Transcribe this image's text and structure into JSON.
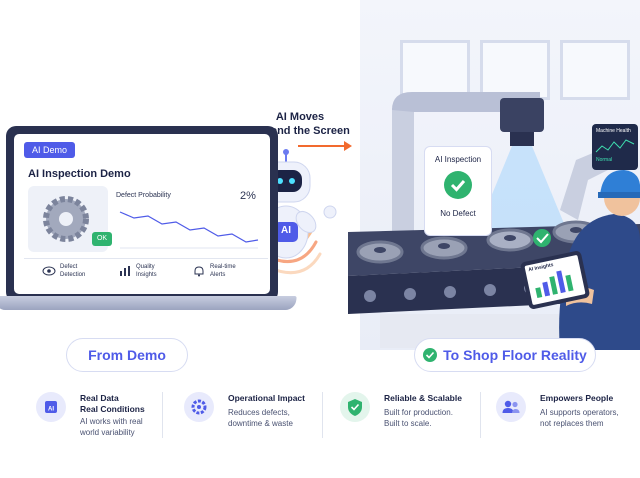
{
  "laptop": {
    "tab_label": "AI Demo",
    "title": "AI Inspection Demo",
    "defect_probability_label": "Defect Probability",
    "defect_probability_value": "2%",
    "ok_badge": "OK",
    "features": [
      {
        "label": "Defect Detection",
        "icon": "eye-icon"
      },
      {
        "label": "Quality Insights",
        "icon": "bar-chart-icon"
      },
      {
        "label": "Real-time Alerts",
        "icon": "bell-icon"
      }
    ]
  },
  "robot": {
    "badge": "AI"
  },
  "caption": {
    "line1": "AI Moves",
    "line2": "Beyond the Screen"
  },
  "inspection_card": {
    "title": "AI Inspection",
    "status": "No Defect"
  },
  "machine_health": {
    "title": "Machine Health",
    "status": "Normal"
  },
  "tablet": {
    "title": "AI Insights"
  },
  "pills": {
    "left": "From Demo",
    "right": "To Shop Floor Reality"
  },
  "features": [
    {
      "title_line1": "Real Data",
      "title_line2": "Real Conditions",
      "desc_line1": "AI works with real",
      "desc_line2": "world variability",
      "icon": "ai-chip-icon"
    },
    {
      "title_line1": "Operational Impact",
      "title_line2": "",
      "desc_line1": "Reduces defects,",
      "desc_line2": "downtime & waste",
      "icon": "gear-icon"
    },
    {
      "title_line1": "Reliable & Scalable",
      "title_line2": "",
      "desc_line1": "Built for production.",
      "desc_line2": "Built to scale.",
      "icon": "shield-check-icon"
    },
    {
      "title_line1": "Empowers People",
      "title_line2": "",
      "desc_line1": "AI supports operators,",
      "desc_line2": "not replaces them",
      "icon": "people-icon"
    }
  ],
  "colors": {
    "accent": "#4f5be8",
    "success": "#2fb36f",
    "dark": "#2a3150",
    "orange": "#f26a2e"
  }
}
